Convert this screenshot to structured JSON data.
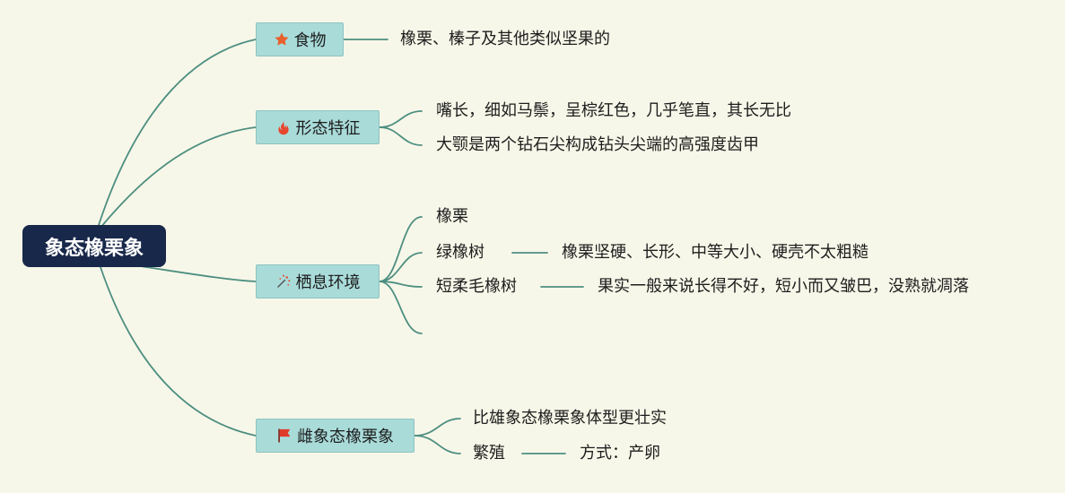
{
  "root": {
    "label": "象态橡栗象"
  },
  "branches": [
    {
      "label": "食物",
      "icon": "star-icon",
      "icon_color": "#e8612c",
      "children": [
        {
          "label": "橡栗、榛子及其他类似坚果的"
        }
      ]
    },
    {
      "label": "形态特征",
      "icon": "fire-icon",
      "icon_color": "#e8452c",
      "children": [
        {
          "label": "嘴长，细如马鬃，呈棕红色，几乎笔直，其长无比"
        },
        {
          "label": "大颚是两个钻石尖构成钻头尖端的高强度齿甲"
        }
      ]
    },
    {
      "label": "栖息环境",
      "icon": "magic-wand-icon",
      "icon_color": "#e8452c",
      "children": [
        {
          "label": "橡栗"
        },
        {
          "label": "绿橡树",
          "detail": "橡栗坚硬、长形、中等大小、硬壳不太粗糙"
        },
        {
          "label": "短柔毛橡树",
          "detail": "果实一般来说长得不好，短小而又皱巴，没熟就凋落"
        },
        {
          "label": ""
        }
      ]
    },
    {
      "label": "雌象态橡栗象",
      "icon": "flag-icon",
      "icon_color": "#e03a2a",
      "children": [
        {
          "label": "比雄象态橡栗象体型更壮实"
        },
        {
          "label": "繁殖",
          "detail": "方式：产卵"
        }
      ]
    }
  ],
  "colors": {
    "background": "#f7f7e9",
    "root_fill": "#18284a",
    "branch_fill": "#a9dbd9",
    "connector": "#4d8f80"
  }
}
